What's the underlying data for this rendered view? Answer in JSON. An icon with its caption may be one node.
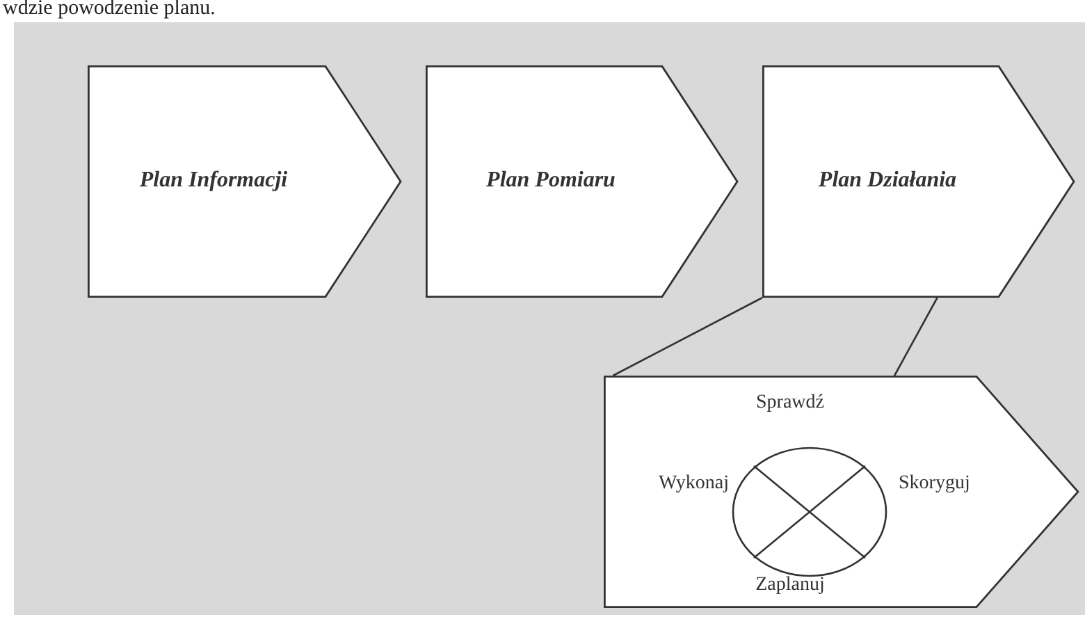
{
  "diagram": {
    "nodes": [
      {
        "text": [
          "Plan Informacji"
        ]
      },
      {
        "text": [
          "Plan Pomiaru"
        ]
      },
      {
        "text": [
          "Plan Działania"
        ]
      },
      {
        "text": [
          "Sprawdź",
          "Wykonaj",
          "Skoryguj",
          "Zaplanuj"
        ]
      }
    ],
    "edges": [
      {
        "from": 2,
        "to": 3,
        "arrow": "none"
      },
      {
        "from": 2,
        "to": 3,
        "arrow": "none"
      }
    ],
    "labels": [
      "wdzie powodzenie planu."
    ]
  }
}
